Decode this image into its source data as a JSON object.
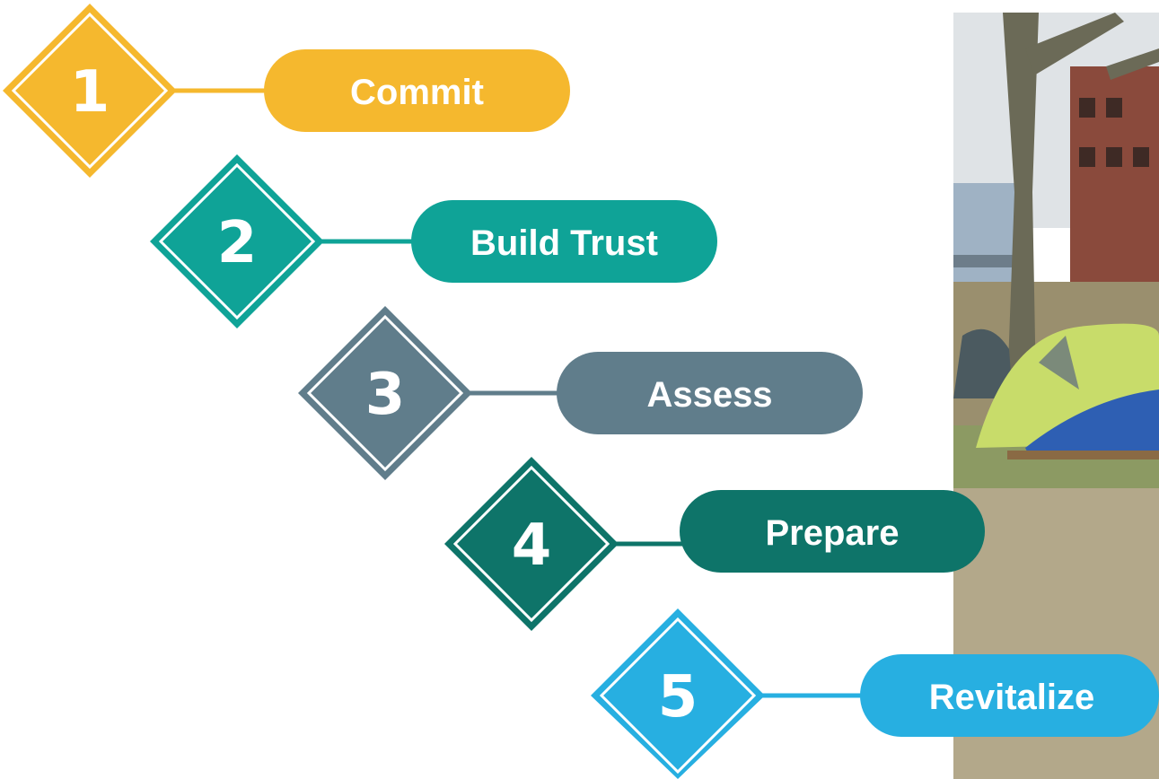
{
  "photo": {
    "subject": "park-with-tents",
    "description_icon": "tent-camp-photo"
  },
  "steps": [
    {
      "number": "1",
      "label": "Commit",
      "color": "#F5B82E"
    },
    {
      "number": "2",
      "label": "Build Trust",
      "color": "#0FA397"
    },
    {
      "number": "3",
      "label": "Assess",
      "color": "#607D8B"
    },
    {
      "number": "4",
      "label": "Prepare",
      "color": "#0E7469"
    },
    {
      "number": "5",
      "label": "Revitalize",
      "color": "#27AFE1"
    }
  ]
}
